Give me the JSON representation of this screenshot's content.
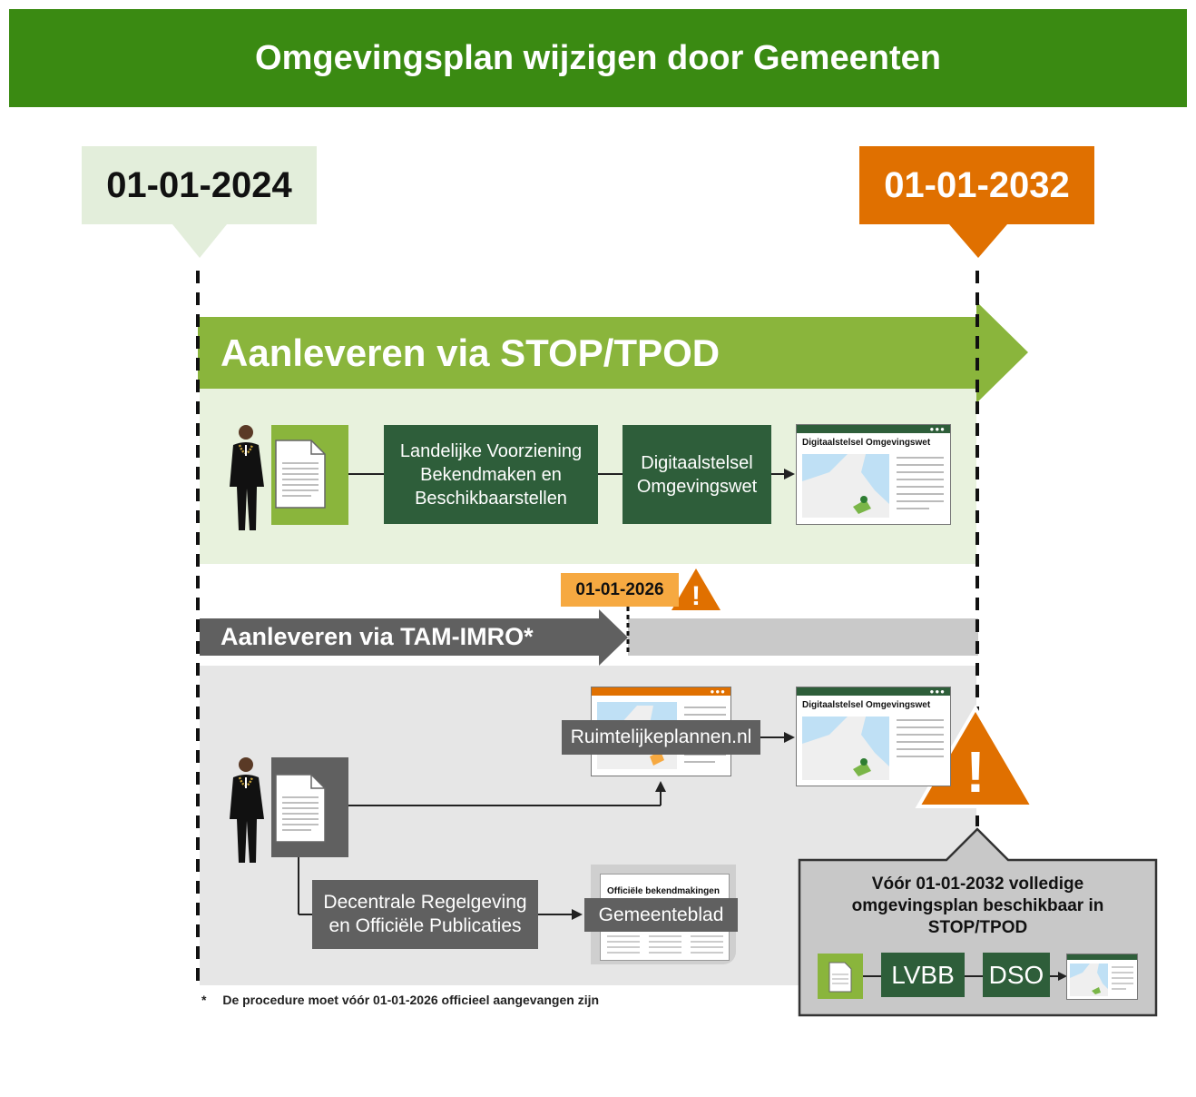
{
  "header": {
    "title": "Omgevingsplan wijzigen door Gemeenten"
  },
  "dates": {
    "start": "01-01-2024",
    "end": "01-01-2032",
    "mid": "01-01-2026"
  },
  "stop": {
    "title": "Aanleveren via STOP/TPOD",
    "box1": "Landelijke Voorziening Bekendmaken en Beschikbaarstellen",
    "box2": "Digitaalstelsel Omgevingswet",
    "browser_title": "Digitaalstelsel Omgevingswet"
  },
  "tam": {
    "title": "Aanleveren via TAM-IMRO*",
    "ruimtelijke": "Ruimtelijkeplannen.nl",
    "browser_title": "Digitaalstelsel Omgevingswet",
    "decentrale": "Decentrale Regelgeving en Officiële Publicaties",
    "officiele": "Officiële bekendmakingen",
    "gemeenteblad": "Gemeenteblad"
  },
  "callout": {
    "text": "Vóór 01-01-2032 volledige omgevingsplan beschikbaar in STOP/TPOD",
    "lvbb": "LVBB",
    "dso": "DSO"
  },
  "footnote": {
    "marker": "*",
    "text": "De procedure moet vóór 01-01-2026 officieel aangevangen zijn"
  },
  "colors": {
    "header_green": "#3a8a12",
    "stop_green": "#8ab53c",
    "dark_green": "#2e5e3a",
    "orange": "#e07000",
    "light_orange": "#f6a941",
    "dark_grey": "#606060"
  }
}
